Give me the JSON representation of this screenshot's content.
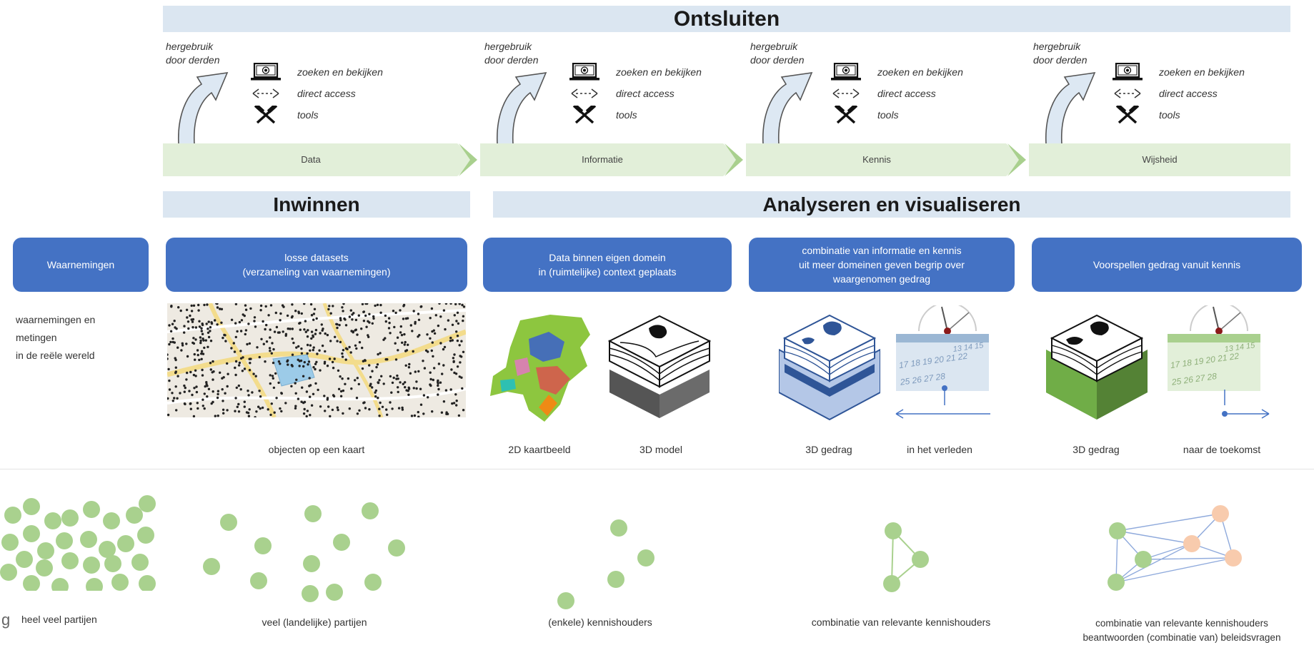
{
  "banners": {
    "top": "Ontsluiten",
    "inwinnen": "Inwinnen",
    "analyseren": "Analyseren en visualiseren"
  },
  "reuse_label": "hergebruik\ndoor derden",
  "tools": {
    "search": "zoeken en bekijken",
    "access": "direct access",
    "tools": "tools"
  },
  "icons": [
    "laptop-icon",
    "exchange-arrows-icon",
    "hammers-icon",
    "curved-arrow-icon",
    "clock-icon",
    "calendar-icon"
  ],
  "stages": [
    "Data",
    "Informatie",
    "Kennis",
    "Wijsheid"
  ],
  "boxes": [
    "Waarnemingen",
    "losse datasets\n(verzameling van waarnemingen)",
    "Data binnen eigen domein\nin (ruimtelijke) context geplaats",
    "combinatie van informatie en kennis\nuit meer domeinen geven begrip over\nwaargenomen gedrag",
    "Voorspellen gedrag  vanuit kennis"
  ],
  "left_caption": "waarnemingen en\nmetingen\nin de reële wereld",
  "captions": {
    "objecten": "objecten op een kaart",
    "kaartbeeld": "2D kaartbeeld",
    "model": "3D model",
    "gedrag1": "3D gedrag",
    "verleden": "in het verleden",
    "gedrag2": "3D gedrag",
    "toekomst": "naar de toekomst"
  },
  "calendar_numbers": [
    "17",
    "18",
    "19",
    "20",
    "21",
    "22",
    "25",
    "26",
    "27",
    "28",
    "13",
    "14",
    "15"
  ],
  "networks": {
    "cut_letter": "g",
    "labels": [
      "heel veel partijen",
      "veel (landelijke) partijen",
      "(enkele) kennishouders",
      "combinatie van relevante kennishouders",
      "combinatie van relevante kennishouders\nbeantwoorden (combinatie van) beleidsvragen"
    ]
  },
  "colors": {
    "banner": "#dbe6f1",
    "stage_chevron": "#e2efd9",
    "stage_chevron_tip": "#a9d08e",
    "box_blue": "#4472c4",
    "node_green": "#a9d18e",
    "node_orange": "#f8cbad",
    "link_blue": "#8faadc",
    "model_blue": "#2f5597",
    "model_green": "#548235"
  }
}
